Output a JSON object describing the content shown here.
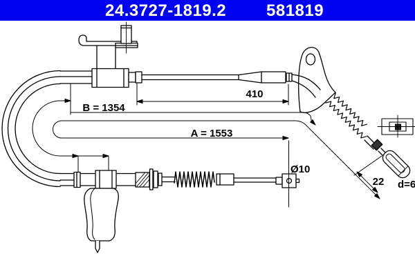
{
  "header": {
    "bg_color": "#0202f2",
    "text_color": "#ffffff",
    "part_number_primary": "24.3727-1819.2",
    "part_number_secondary": "581819"
  },
  "diagram": {
    "line_color": "#000000",
    "background_color": "#ffffff",
    "dim_conduit_section": "410",
    "dim_b": "B = 1354",
    "dim_a": "A = 1553",
    "dim_eye_diameter": "Ø10",
    "dim_barrel_length": "22",
    "dim_barrel_diameter": "d=6"
  }
}
